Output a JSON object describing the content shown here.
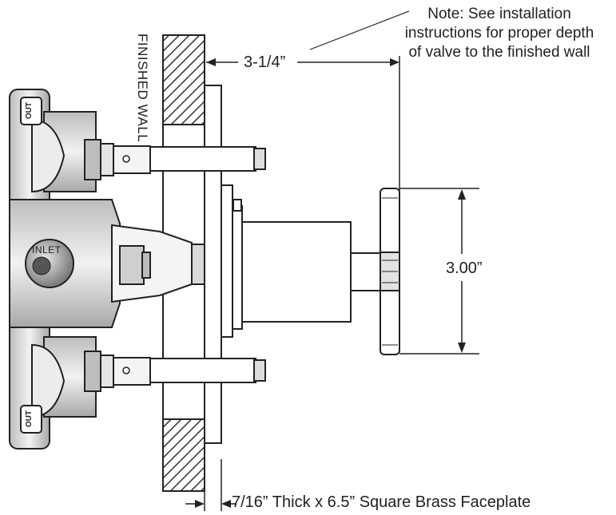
{
  "wall_label": "FINISHED WALL",
  "note": "Note: See installation instructions for proper depth of valve to the finished wall",
  "dimensions": {
    "depth": "3-1/4”",
    "height": "3.00”",
    "faceplate": "7/16” Thick x 6.5” Square Brass Faceplate"
  },
  "ports": {
    "inlet": "INLET",
    "outlet_top": "OUT",
    "outlet_bottom": "OUT"
  },
  "colors": {
    "line": "#222222",
    "hatch": "#333333",
    "metal_dark": "#555555",
    "metal_light": "#cfcfcf"
  }
}
